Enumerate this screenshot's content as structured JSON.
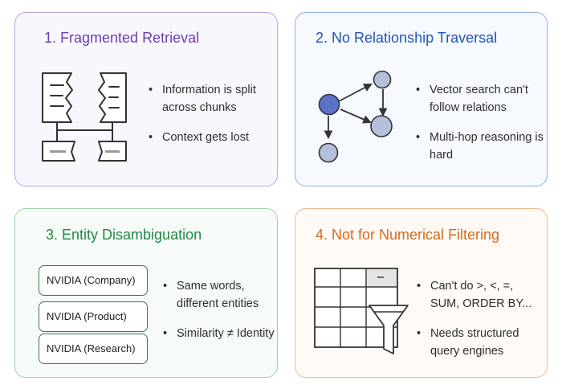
{
  "cards": [
    {
      "title": "1. Fragmented Retrieval",
      "bullets": [
        "Information is split across chunks",
        "Context gets lost"
      ],
      "accent": "#6a3fb3",
      "icon": "fragmented-document-icon"
    },
    {
      "title": "2. No Relationship Traversal",
      "bullets": [
        "Vector search can't follow relations",
        "Multi-hop reasoning is hard"
      ],
      "accent": "#1f57b5",
      "icon": "graph-nodes-icon"
    },
    {
      "title": "3. Entity Disambiguation",
      "entities": [
        "NVIDIA (Company)",
        "NVIDIA (Product)",
        "NVIDIA (Research)"
      ],
      "bullets": [
        "Same words, different entities",
        "Similarity ≠ Identity"
      ],
      "accent": "#1f8a45"
    },
    {
      "title": "4. Not for Numerical Filtering",
      "bullets": [
        "Can't do >, <, =, SUM, ORDER BY...",
        "Needs structured query engines"
      ],
      "accent": "#d9691c",
      "icon": "table-funnel-icon"
    }
  ]
}
